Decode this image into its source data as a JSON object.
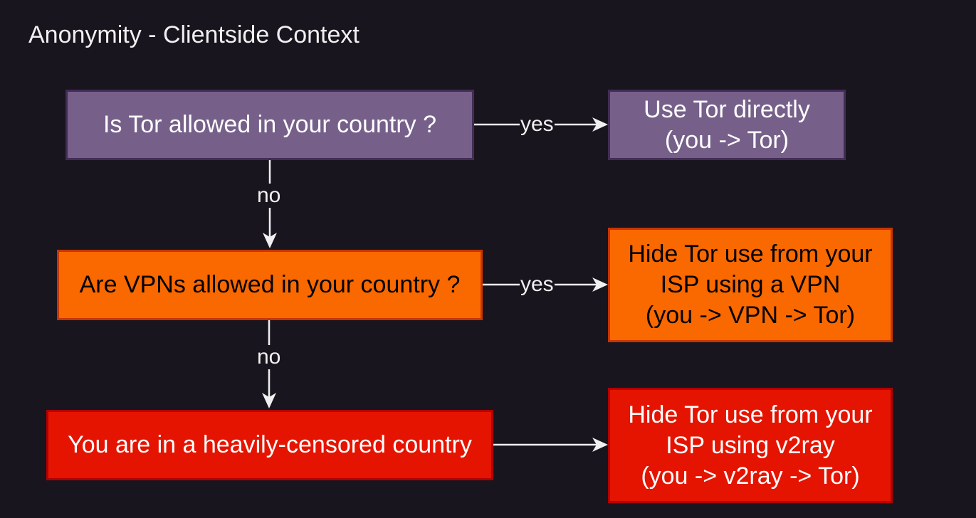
{
  "title": "Anonymity - Clientside Context",
  "nodes": {
    "q_tor": "Is Tor allowed in your country ?",
    "use_tor": [
      "Use Tor directly",
      "(you -> Tor)"
    ],
    "q_vpn": "Are VPNs allowed in your country ?",
    "vpn": [
      "Hide Tor use from your",
      "ISP using a VPN",
      "(you -> VPN -> Tor)"
    ],
    "censored": "You are in a heavily-censored country",
    "v2ray": [
      "Hide Tor use from your",
      "ISP using v2ray",
      "(you -> v2ray -> Tor)"
    ]
  },
  "edges": {
    "yes1": "yes",
    "no1": "no",
    "yes2": "yes",
    "no2": "no"
  },
  "colors": {
    "background": "#18151f",
    "purple": "#76608a",
    "orange": "#fa6800",
    "red": "#e51400"
  }
}
